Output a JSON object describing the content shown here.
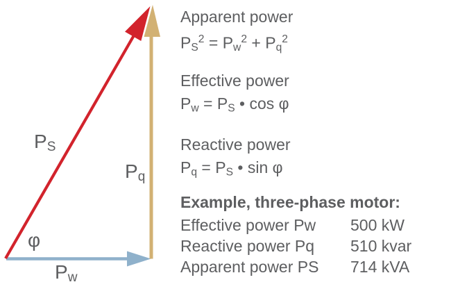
{
  "colors": {
    "background": "#ffffff",
    "text": "#5d5e60",
    "apparent_red": "#d2232c",
    "reactive_tan": "#d2b173",
    "effective_blue": "#8fb1cb"
  },
  "diagram": {
    "labels": {
      "ps": {
        "main": "P",
        "sub": "S"
      },
      "pq": {
        "main": "P",
        "sub": "q"
      },
      "pw": {
        "main": "P",
        "sub": "w"
      },
      "phi": "φ"
    }
  },
  "panel": {
    "sections": [
      {
        "title": "Apparent power",
        "formula": [
          {
            "t": "P"
          },
          {
            "t": "S"
          },
          {
            "t": "2"
          },
          {
            "t": " = "
          },
          {
            "t": "P"
          },
          {
            "t": "w"
          },
          {
            "t": "2"
          },
          {
            "t": " + "
          },
          {
            "t": "P"
          },
          {
            "t": "q"
          },
          {
            "t": "2"
          }
        ]
      },
      {
        "title": "Effective power",
        "formula": [
          {
            "t": "P"
          },
          {
            "t": "w"
          },
          {
            "t": " = "
          },
          {
            "t": "P"
          },
          {
            "t": "S"
          },
          {
            "t": " • cos φ"
          }
        ]
      },
      {
        "title": "Reactive power",
        "formula": [
          {
            "t": "P"
          },
          {
            "t": "q"
          },
          {
            "t": " = "
          },
          {
            "t": "P"
          },
          {
            "t": "S"
          },
          {
            "t": " • sin φ"
          }
        ]
      }
    ],
    "example": {
      "heading": "Example, three-phase motor:",
      "rows": [
        {
          "label": "Effective power Pw",
          "value": "500 kW"
        },
        {
          "label": "Reactive power Pq",
          "value": "510 kvar"
        },
        {
          "label": "Apparent power PS",
          "value": "714 kVA"
        }
      ]
    }
  }
}
